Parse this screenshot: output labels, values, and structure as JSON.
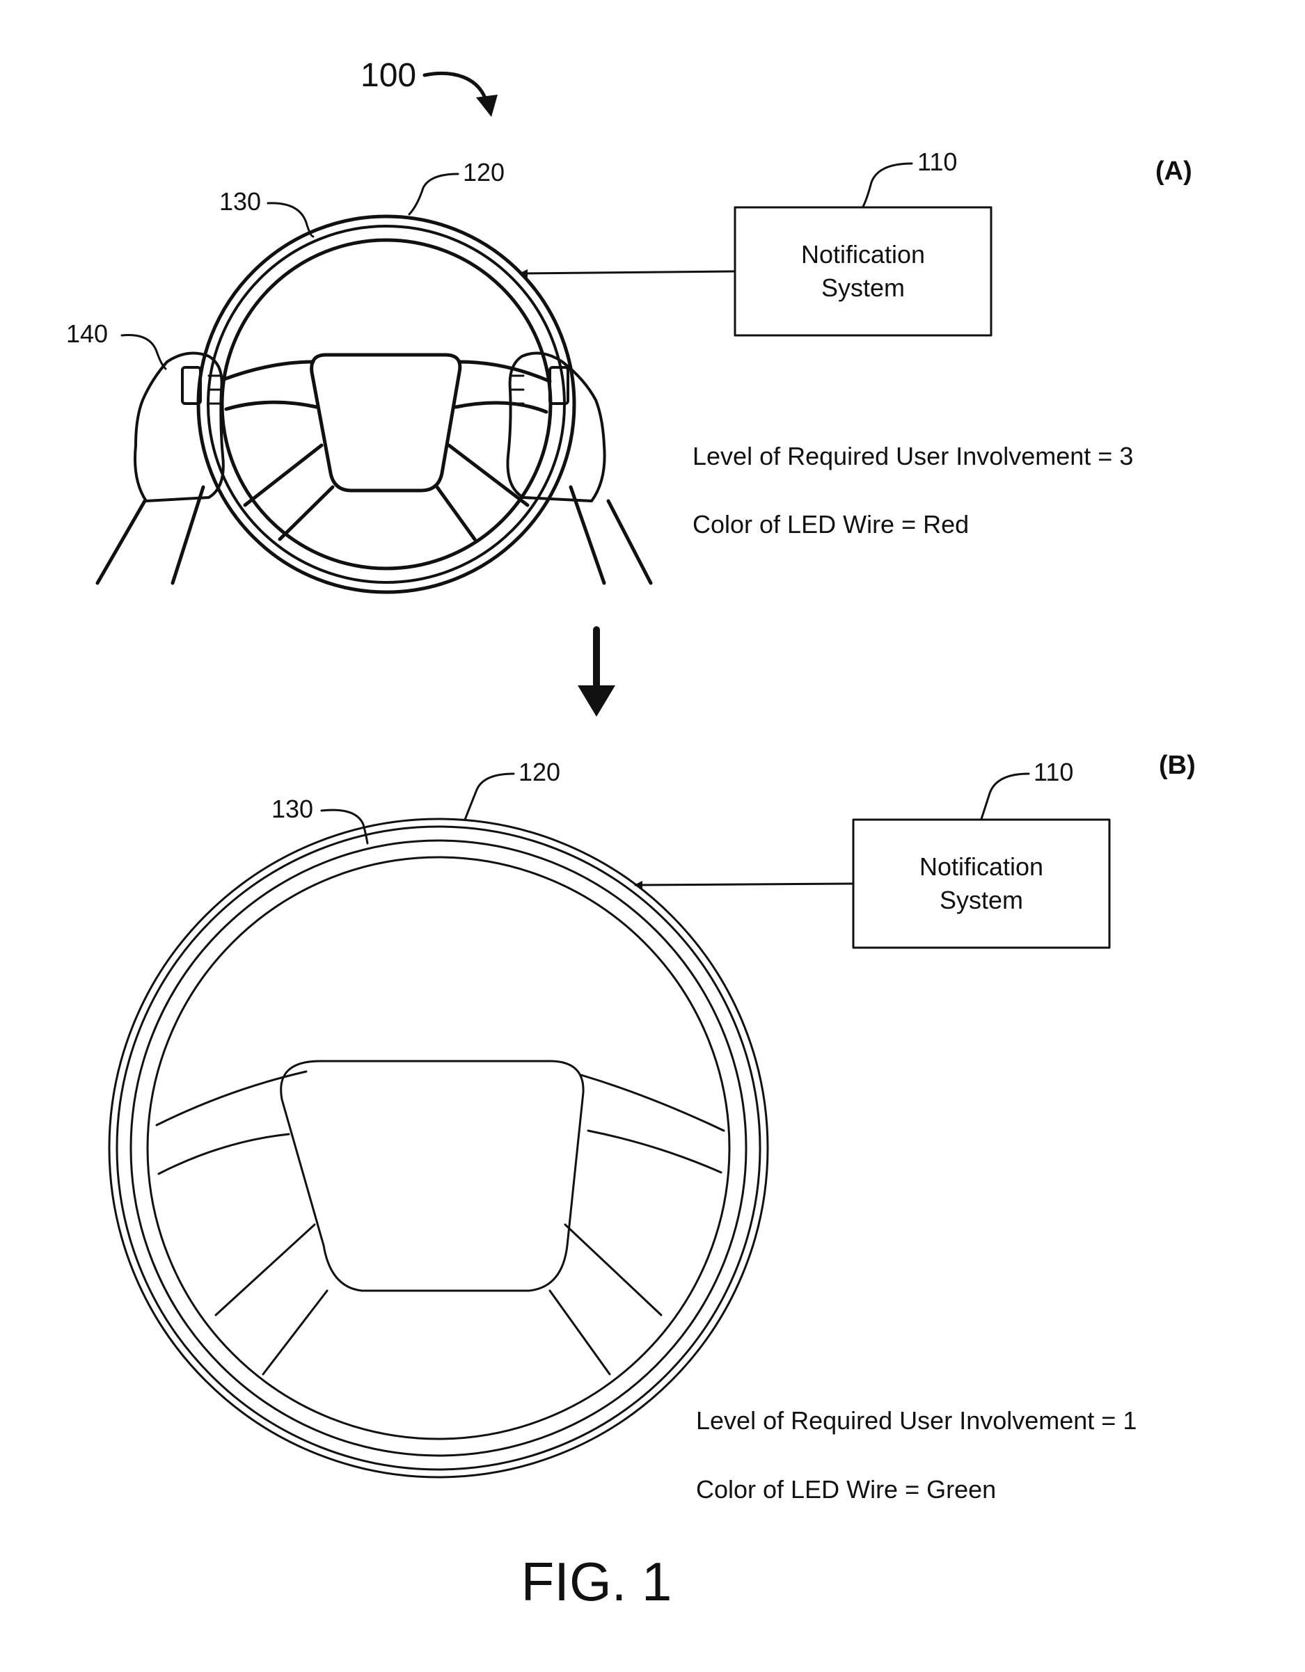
{
  "figure": {
    "ref_main": "100",
    "caption": "FIG. 1"
  },
  "panel_a": {
    "tag": "(A)",
    "ref_system": "110",
    "ref_wheel": "120",
    "ref_wire": "130",
    "ref_hands": "140",
    "system_line1": "Notification",
    "system_line2": "System",
    "involvement_label": "Level of Required User Involvement = 3",
    "color_label": "Color of LED Wire = Red"
  },
  "panel_b": {
    "tag": "(B)",
    "ref_system": "110",
    "ref_wheel": "120",
    "ref_wire": "130",
    "system_line1": "Notification",
    "system_line2": "System",
    "involvement_label": "Level of Required User Involvement = 1",
    "color_label": "Color of LED Wire = Green"
  }
}
